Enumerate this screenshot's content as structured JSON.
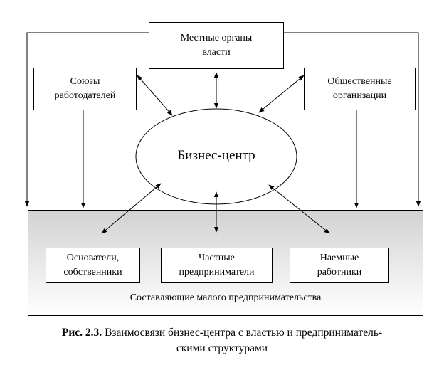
{
  "top_box": {
    "line1": "Местные органы",
    "line2": "власти"
  },
  "left_box": {
    "line1": "Союзы",
    "line2": "работодателей"
  },
  "right_box": {
    "line1": "Общественные",
    "line2": "организации"
  },
  "center": {
    "label": "Бизнес-центр"
  },
  "bottom_group": {
    "label": "Составляющие малого предпринимательства",
    "items": [
      {
        "line1": "Основатели,",
        "line2": "собственники"
      },
      {
        "line1": "Частные",
        "line2": "предприниматели"
      },
      {
        "line1": "Наемные",
        "line2": "работники"
      }
    ]
  },
  "caption": {
    "number": "Рис. 2.3.",
    "text1": " Взаимосвязи бизнес-центра с властью и предприниматель-",
    "text2": "скими структурами"
  }
}
